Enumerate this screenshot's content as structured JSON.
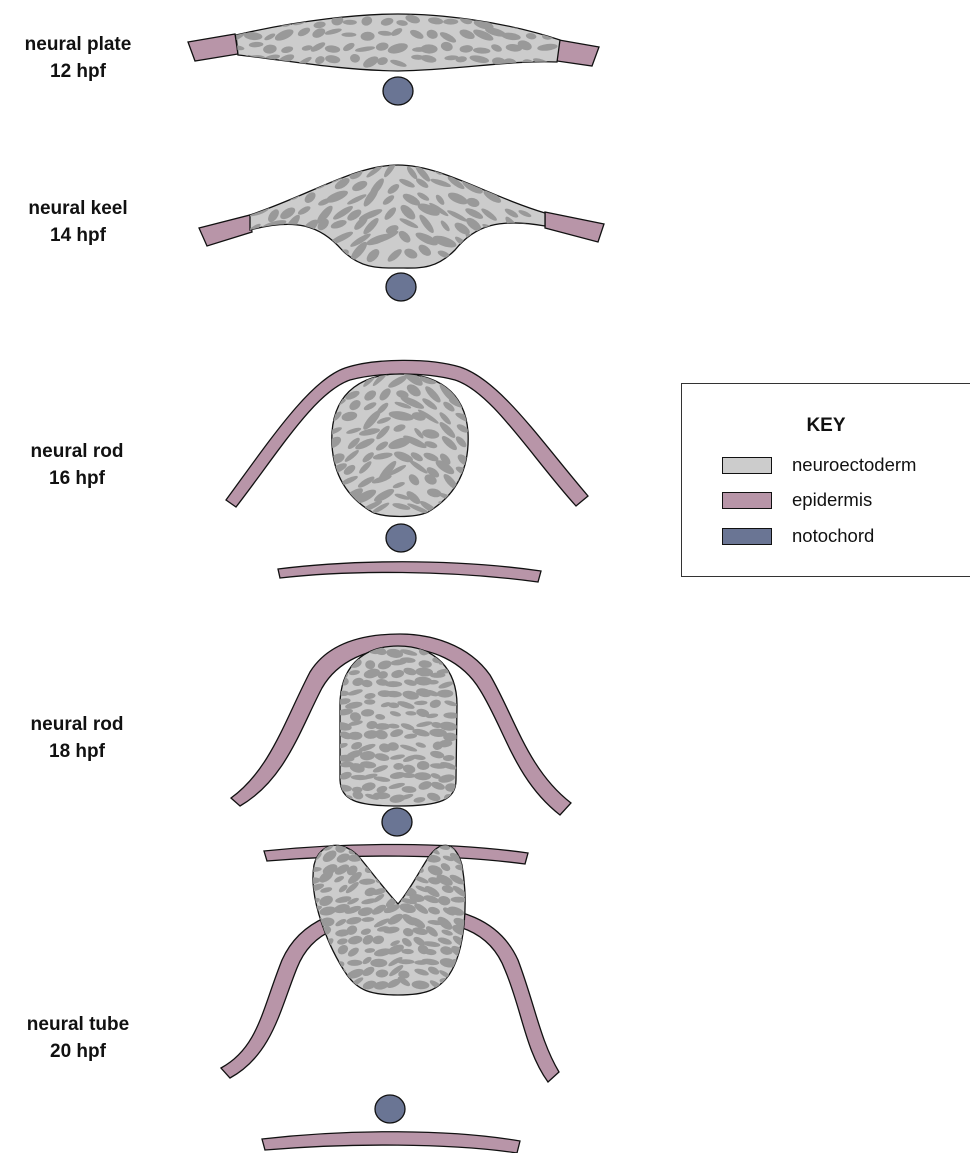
{
  "colors": {
    "neuroectoderm": "#cccccc",
    "cells": "#999999",
    "epidermis": "#b895a8",
    "notochord": "#6a7594",
    "outline": "#111111"
  },
  "stages": [
    {
      "name": "neural plate",
      "time": "12 hpf"
    },
    {
      "name": "neural keel",
      "time": "14 hpf"
    },
    {
      "name": "neural rod",
      "time": "16 hpf"
    },
    {
      "name": "neural rod",
      "time": "18 hpf"
    },
    {
      "name": "neural tube",
      "time": "20 hpf"
    }
  ],
  "key": {
    "title": "KEY",
    "items": [
      {
        "label": "neuroectoderm",
        "color": "#cccccc"
      },
      {
        "label": "epidermis",
        "color": "#b895a8"
      },
      {
        "label": "notochord",
        "color": "#6a7594"
      }
    ]
  }
}
